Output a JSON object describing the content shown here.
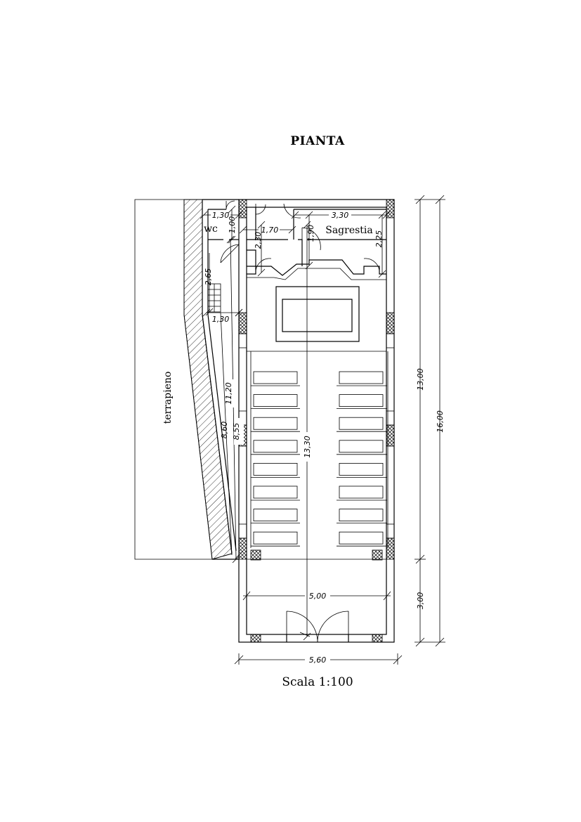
{
  "title": "PIANTA",
  "scale_label": "Scala 1:100",
  "rooms": {
    "wc": "wc",
    "sacristy": "Sagrestia",
    "embankment": "terrapieno"
  },
  "dimensions": {
    "wc_width": "1,30",
    "wc_depth": "1,00",
    "corridor_width": "1,70",
    "sacristy_width": "3,30",
    "corridor_depth": "2,30",
    "passage_depth": "1,90",
    "sacristy_depth": "2,25",
    "stair_depth": "2,65",
    "stair_width": "1,30",
    "side_length_outer": "11,20",
    "side_length_mid": "8,60",
    "side_length_inner": "8,55",
    "nave_length": "13,30",
    "nave_width": "5,00",
    "total_width": "5,60",
    "main_length": "13,00",
    "entrance_length": "3,00",
    "total_length": "16,00"
  },
  "pews_per_side": 8
}
